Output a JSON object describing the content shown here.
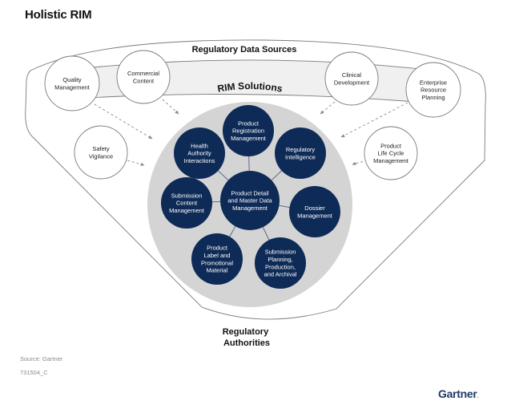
{
  "title": "Holistic RIM",
  "outer_label": "Regulatory Data Sources",
  "center_label": "RIM Solutions",
  "bottom_label": [
    "Regulatory",
    "Authorities"
  ],
  "data_sources": [
    {
      "id": "quality",
      "lines": [
        "Quality",
        "Management"
      ]
    },
    {
      "id": "commercial",
      "lines": [
        "Commercial",
        "Content"
      ]
    },
    {
      "id": "clinical",
      "lines": [
        "Clinical",
        "Development"
      ]
    },
    {
      "id": "erp",
      "lines": [
        "Enterprise",
        "Resource",
        "Planning"
      ]
    },
    {
      "id": "safety",
      "lines": [
        "Safety",
        "Vigilance"
      ]
    },
    {
      "id": "plm",
      "lines": [
        "Product",
        "Life Cycle",
        "Management"
      ]
    }
  ],
  "rim_center": {
    "lines": [
      "Product Detail",
      "and Master Data",
      "Management"
    ]
  },
  "rim_solutions": [
    {
      "id": "registration",
      "lines": [
        "Product",
        "Registration",
        "Management"
      ]
    },
    {
      "id": "intelligence",
      "lines": [
        "Regulatory",
        "Intelligence"
      ]
    },
    {
      "id": "dossier",
      "lines": [
        "Dossier",
        "Management"
      ]
    },
    {
      "id": "submission-planning",
      "lines": [
        "Submission",
        "Planning,",
        "Production,",
        "and Archival"
      ]
    },
    {
      "id": "label",
      "lines": [
        "Product",
        "Label and",
        "Promotional",
        "Material"
      ]
    },
    {
      "id": "submission-content",
      "lines": [
        "Submission",
        "Content",
        "Management"
      ]
    },
    {
      "id": "health-authority",
      "lines": [
        "Health",
        "Authority",
        "Interactions"
      ]
    }
  ],
  "footer": {
    "source": "Source: Gartner",
    "code": "731504_C",
    "logo": "Gartner",
    "logo_dot": "."
  },
  "colors": {
    "navy": "#0e2a56",
    "grey_circle": "#d4d4d4",
    "band": "#f0f0f0",
    "stroke": "#7a7a7a",
    "logo": "#1f3a68"
  }
}
